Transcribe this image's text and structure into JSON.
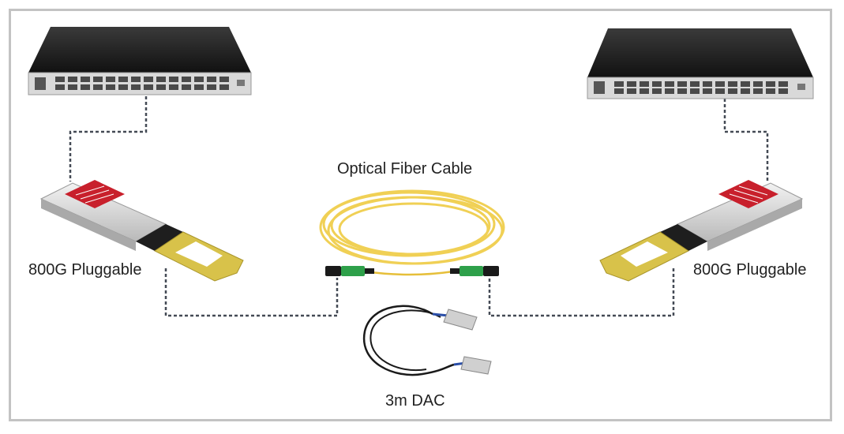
{
  "labels": {
    "fiber_cable": "Optical Fiber Cable",
    "left_pluggable": "800G Pluggable",
    "right_pluggable": "800G Pluggable",
    "dac": "3m DAC"
  },
  "colors": {
    "frame_border": "#c3c3c3",
    "connector_line": "#444a55",
    "switch_body": "#1c1c1c",
    "switch_front": "#d9d9d9",
    "transceiver_body": "#dcdcdc",
    "transceiver_tab": "#d8c24a",
    "transceiver_label": "#c8202c",
    "fiber_cable": "#f0d055",
    "fiber_connector": "#2ea04a",
    "dac_cable": "#1a1a1a"
  },
  "icons": [
    "network-switch-icon",
    "transceiver-module-icon",
    "fiber-cable-coil-icon",
    "dac-cable-icon"
  ]
}
